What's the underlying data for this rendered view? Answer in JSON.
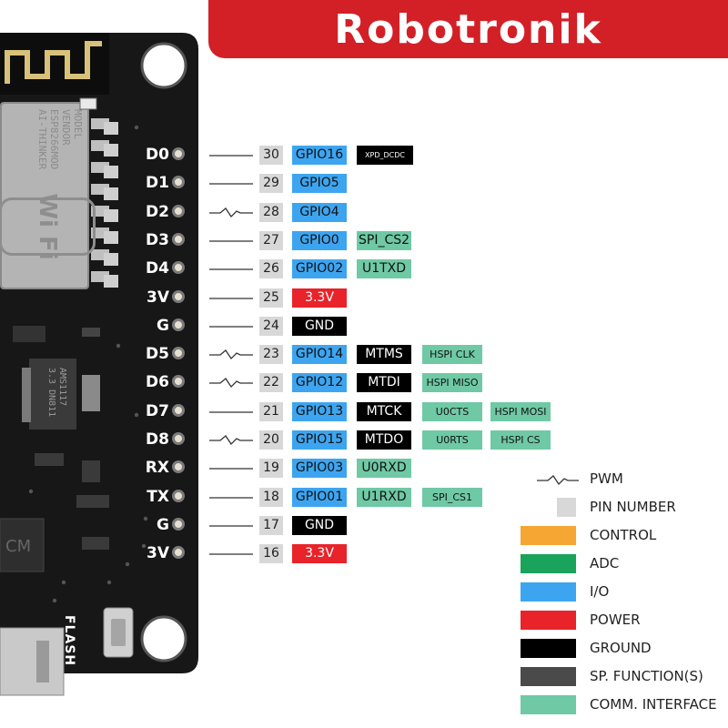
{
  "brand": {
    "name": "Robotronik",
    "color": "#d32027"
  },
  "colors": {
    "io": "#3da5f0",
    "power": "#e8232a",
    "ground": "#000000",
    "comm": "#6fc9a5",
    "special": "#4a4a4a",
    "control": "#f5a633",
    "adc": "#1aa35a",
    "pin_number": "#d8d8d8",
    "board": "#171717"
  },
  "board": {
    "module_text": [
      "MODEL",
      "VENDOR",
      "ESP8266MOD",
      "AI-THINKER"
    ],
    "wifi_text": "Wi Fi",
    "regulator_text": [
      "AMS1117",
      "3.3 DN811"
    ],
    "chip_text": "CM",
    "flash_label": "FLASH"
  },
  "pins": [
    {
      "label": "D0",
      "num": "30",
      "pwm": false,
      "tags": [
        {
          "text": "GPIO16",
          "kind": "io"
        },
        {
          "text": "XPD_DCDC",
          "kind": "ground",
          "size": "small"
        }
      ]
    },
    {
      "label": "D1",
      "num": "29",
      "pwm": false,
      "tags": [
        {
          "text": "GPIO5",
          "kind": "io"
        }
      ]
    },
    {
      "label": "D2",
      "num": "28",
      "pwm": true,
      "tags": [
        {
          "text": "GPIO4",
          "kind": "io"
        }
      ]
    },
    {
      "label": "D3",
      "num": "27",
      "pwm": false,
      "tags": [
        {
          "text": "GPIO0",
          "kind": "io"
        },
        {
          "text": "SPI_CS2",
          "kind": "comm"
        }
      ]
    },
    {
      "label": "D4",
      "num": "26",
      "pwm": false,
      "tags": [
        {
          "text": "GPIO02",
          "kind": "io"
        },
        {
          "text": "U1TXD",
          "kind": "comm"
        }
      ]
    },
    {
      "label": "3V",
      "num": "25",
      "pwm": false,
      "tags": [
        {
          "text": "3.3V",
          "kind": "power"
        }
      ]
    },
    {
      "label": "G",
      "num": "24",
      "pwm": false,
      "tags": [
        {
          "text": "GND",
          "kind": "ground"
        }
      ]
    },
    {
      "label": "D5",
      "num": "23",
      "pwm": true,
      "tags": [
        {
          "text": "GPIO14",
          "kind": "io"
        },
        {
          "text": "MTMS",
          "kind": "ground"
        },
        {
          "text": "HSPI CLK",
          "kind": "comm",
          "size": "mid"
        }
      ]
    },
    {
      "label": "D6",
      "num": "22",
      "pwm": true,
      "tags": [
        {
          "text": "GPIO12",
          "kind": "io"
        },
        {
          "text": "MTDI",
          "kind": "ground"
        },
        {
          "text": "HSPI MISO",
          "kind": "comm",
          "size": "mid"
        }
      ]
    },
    {
      "label": "D7",
      "num": "21",
      "pwm": false,
      "tags": [
        {
          "text": "GPIO13",
          "kind": "io"
        },
        {
          "text": "MTCK",
          "kind": "ground"
        },
        {
          "text": "U0CTS",
          "kind": "comm",
          "size": "mid"
        },
        {
          "text": "HSPI MOSI",
          "kind": "comm",
          "size": "mid"
        }
      ]
    },
    {
      "label": "D8",
      "num": "20",
      "pwm": true,
      "tags": [
        {
          "text": "GPIO15",
          "kind": "io"
        },
        {
          "text": "MTDO",
          "kind": "ground"
        },
        {
          "text": "U0RTS",
          "kind": "comm",
          "size": "mid"
        },
        {
          "text": "HSPI CS",
          "kind": "comm",
          "size": "mid"
        }
      ]
    },
    {
      "label": "RX",
      "num": "19",
      "pwm": false,
      "tags": [
        {
          "text": "GPIO03",
          "kind": "io"
        },
        {
          "text": "U0RXD",
          "kind": "comm"
        }
      ]
    },
    {
      "label": "TX",
      "num": "18",
      "pwm": false,
      "tags": [
        {
          "text": "GPIO01",
          "kind": "io"
        },
        {
          "text": "U1RXD",
          "kind": "comm"
        },
        {
          "text": "SPI_CS1",
          "kind": "comm",
          "size": "mid"
        }
      ]
    },
    {
      "label": "G",
      "num": "17",
      "pwm": false,
      "tags": [
        {
          "text": "GND",
          "kind": "ground"
        }
      ]
    },
    {
      "label": "3V",
      "num": "16",
      "pwm": false,
      "tags": [
        {
          "text": "3.3V",
          "kind": "power"
        }
      ]
    }
  ],
  "legend": [
    {
      "label": "PWM",
      "kind": "pwm"
    },
    {
      "label": "PIN NUMBER",
      "kind": "pin_number"
    },
    {
      "label": "CONTROL",
      "kind": "control"
    },
    {
      "label": "ADC",
      "kind": "adc"
    },
    {
      "label": "I/O",
      "kind": "io"
    },
    {
      "label": "POWER",
      "kind": "power"
    },
    {
      "label": "GROUND",
      "kind": "ground"
    },
    {
      "label": "SP. FUNCTION(S)",
      "kind": "special"
    },
    {
      "label": "COMM. INTERFACE",
      "kind": "comm"
    }
  ]
}
